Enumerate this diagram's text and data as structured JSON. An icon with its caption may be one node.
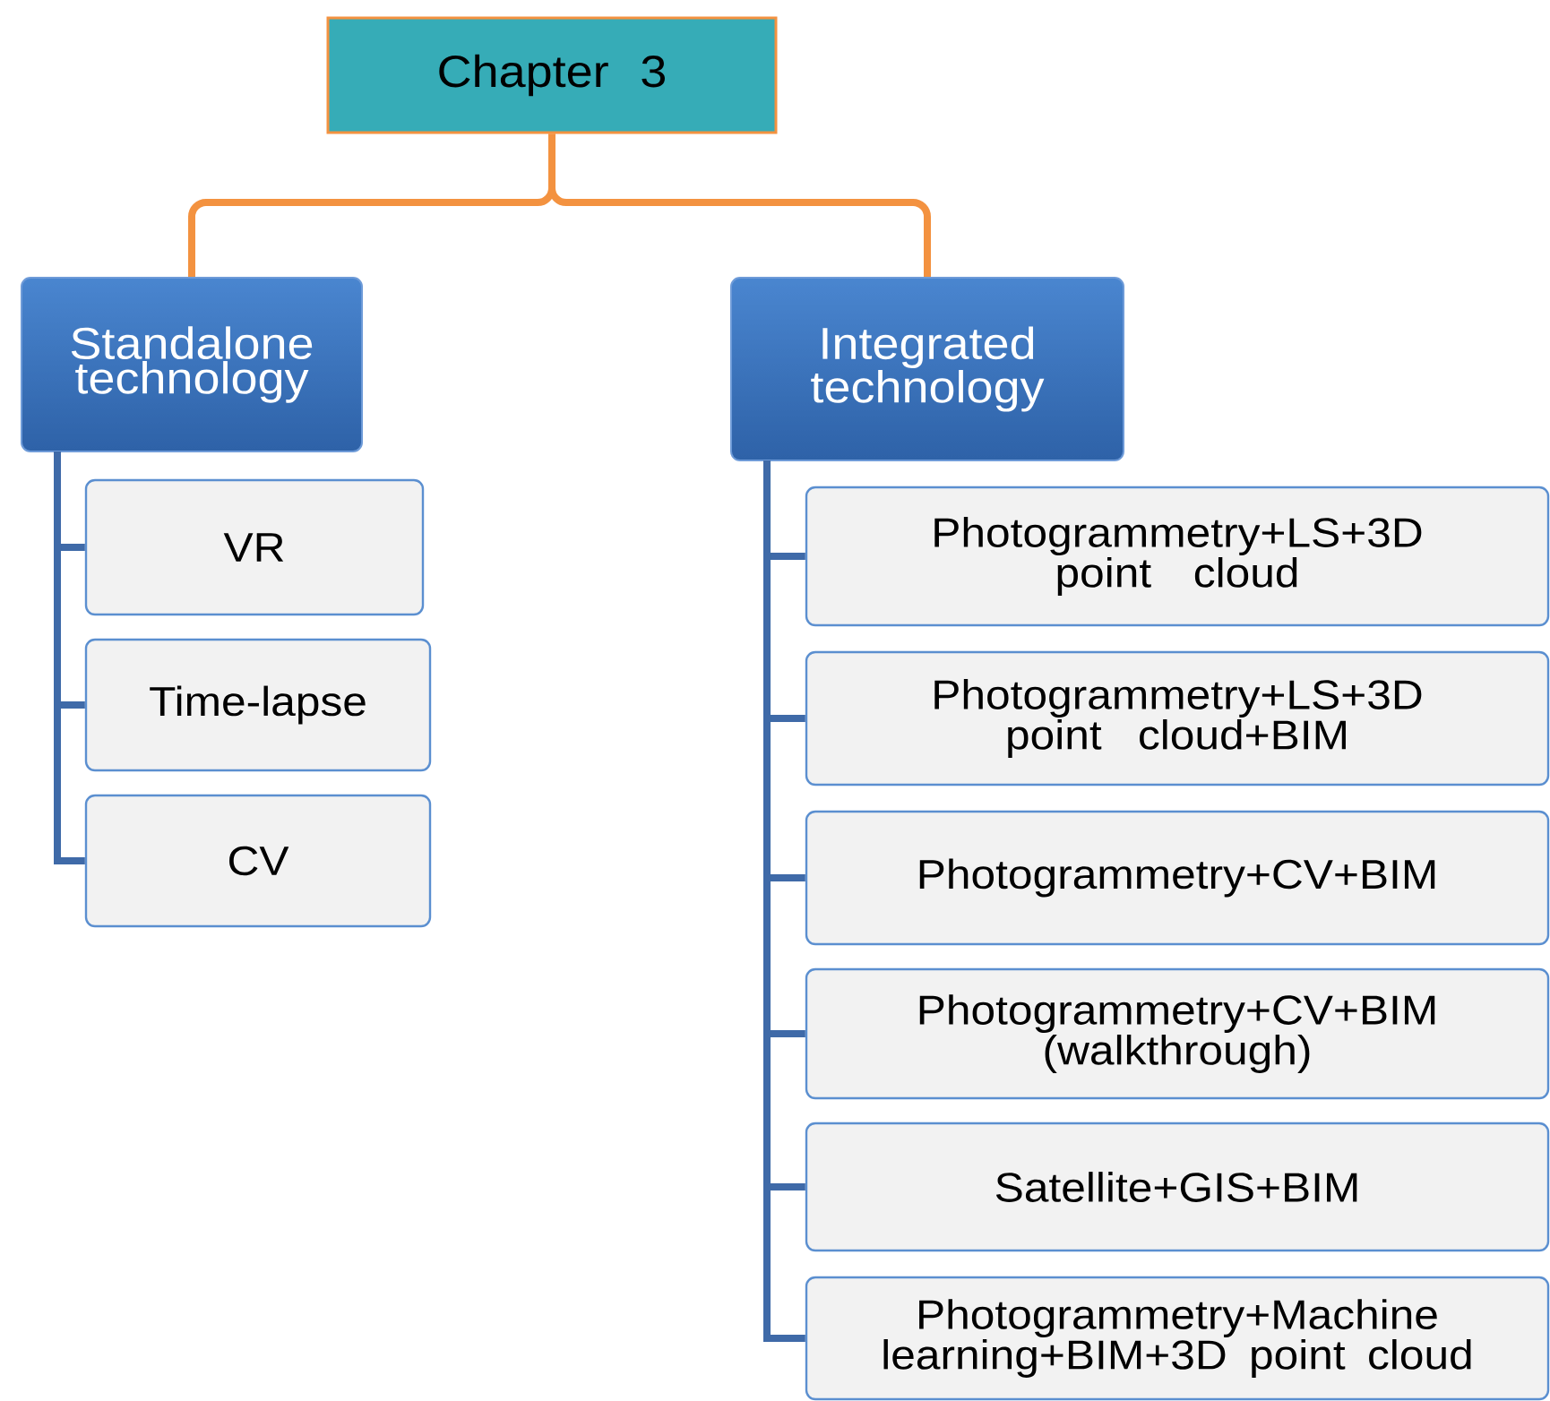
{
  "diagram": {
    "nodes": [
      {
        "text": [
          "Chapter 3"
        ]
      },
      {
        "text": [
          "Standalone technology"
        ]
      },
      {
        "text": [
          "Integrated technology"
        ]
      },
      {
        "text": [
          "VR"
        ]
      },
      {
        "text": [
          "Time-lapse"
        ]
      },
      {
        "text": [
          "CV"
        ]
      },
      {
        "text": [
          "Photogrammetry+LS+3D point cloud"
        ]
      },
      {
        "text": [
          "Photogrammetry+LS+3D point cloud+BIM"
        ]
      },
      {
        "text": [
          "Photogrammetry+CV+BIM"
        ]
      },
      {
        "text": [
          "Photogrammetry+CV+BIM (walkthrough)"
        ]
      },
      {
        "text": [
          "Satellite+GIS+BIM"
        ]
      },
      {
        "text": [
          "Photogrammetry+Machine learning+BIM+3D point cloud"
        ]
      }
    ],
    "edges": [
      {
        "from": 0,
        "to": 1,
        "arrow": "none",
        "color": "#f39240"
      },
      {
        "from": 0,
        "to": 2,
        "arrow": "none",
        "color": "#f39240"
      },
      {
        "from": 1,
        "to": 3,
        "arrow": "none"
      },
      {
        "from": 1,
        "to": 4,
        "arrow": "none"
      },
      {
        "from": 1,
        "to": 5,
        "arrow": "none"
      },
      {
        "from": 2,
        "to": 6,
        "arrow": "none"
      },
      {
        "from": 2,
        "to": 7,
        "arrow": "none"
      },
      {
        "from": 2,
        "to": 8,
        "arrow": "none"
      },
      {
        "from": 2,
        "to": 9,
        "arrow": "none"
      },
      {
        "from": 2,
        "to": 10,
        "arrow": "none"
      },
      {
        "from": 2,
        "to": 11,
        "arrow": "none"
      }
    ]
  }
}
